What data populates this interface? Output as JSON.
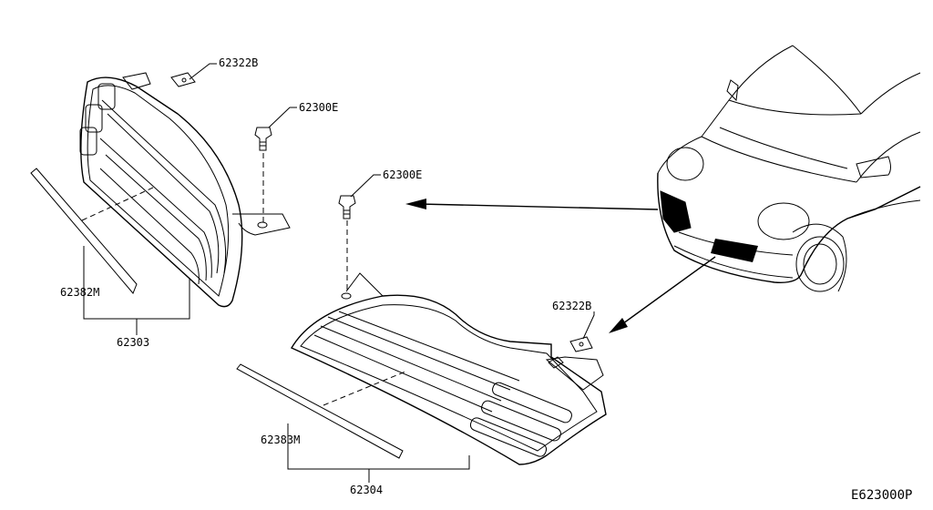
{
  "labels": {
    "clip_upper": "62322B",
    "screw_upper": "62300E",
    "screw_mid": "62300E",
    "molding_left": "62382M",
    "grille_left": "62303",
    "clip_lower": "62322B",
    "molding_right": "62383M",
    "grille_right": "62304",
    "figure_ref": "E623000P"
  }
}
